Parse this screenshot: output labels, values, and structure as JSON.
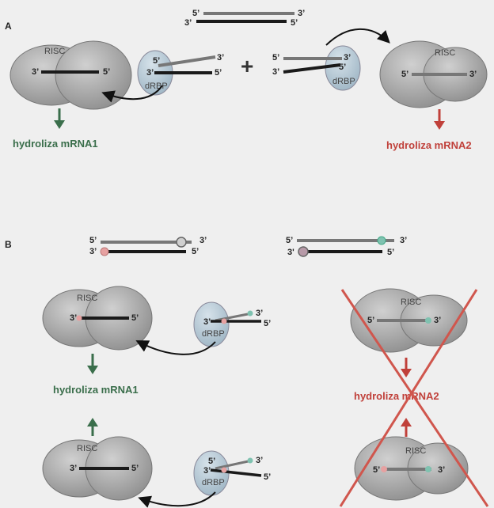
{
  "panels": {
    "a": "A",
    "b": "B"
  },
  "labels": {
    "five_prime": "5'",
    "three_prime": "3'",
    "five_prime_alt": "5’",
    "three_prime_alt": "3’",
    "risc": "RISC",
    "drbp": "dRBP",
    "plus": "+"
  },
  "outcomes": {
    "mrna1": "hydroliza mRNA1",
    "mrna2": "hydroliza mRNA2"
  },
  "colors": {
    "guide_strand": "#1a1a1a",
    "passenger_strand": "#777777",
    "risc_body": "#a8a8a8",
    "drbp_body": "#b9cbd6",
    "green_arrow": "#3a6e4b",
    "red_arrow": "#c0403a",
    "mod_pink": "#e6a1a1",
    "mod_teal": "#7fc2b0"
  },
  "icons": [
    "risc-complex-icon",
    "drbp-protein-icon",
    "cross-out-icon",
    "curved-arrow-icon"
  ]
}
